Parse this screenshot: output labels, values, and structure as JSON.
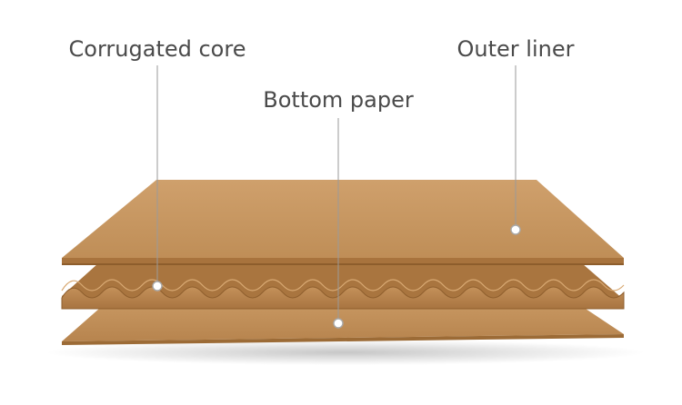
{
  "labels": {
    "corrugated_core": "Corrugated core",
    "bottom_paper": "Bottom paper",
    "outer_liner": "Outer liner"
  },
  "colors": {
    "board_top": "#c99a66",
    "board_mid": "#b9864f",
    "board_edge": "#9c6b36",
    "label_text": "#4a4a4a",
    "leader_line": "#9a9a9a"
  }
}
